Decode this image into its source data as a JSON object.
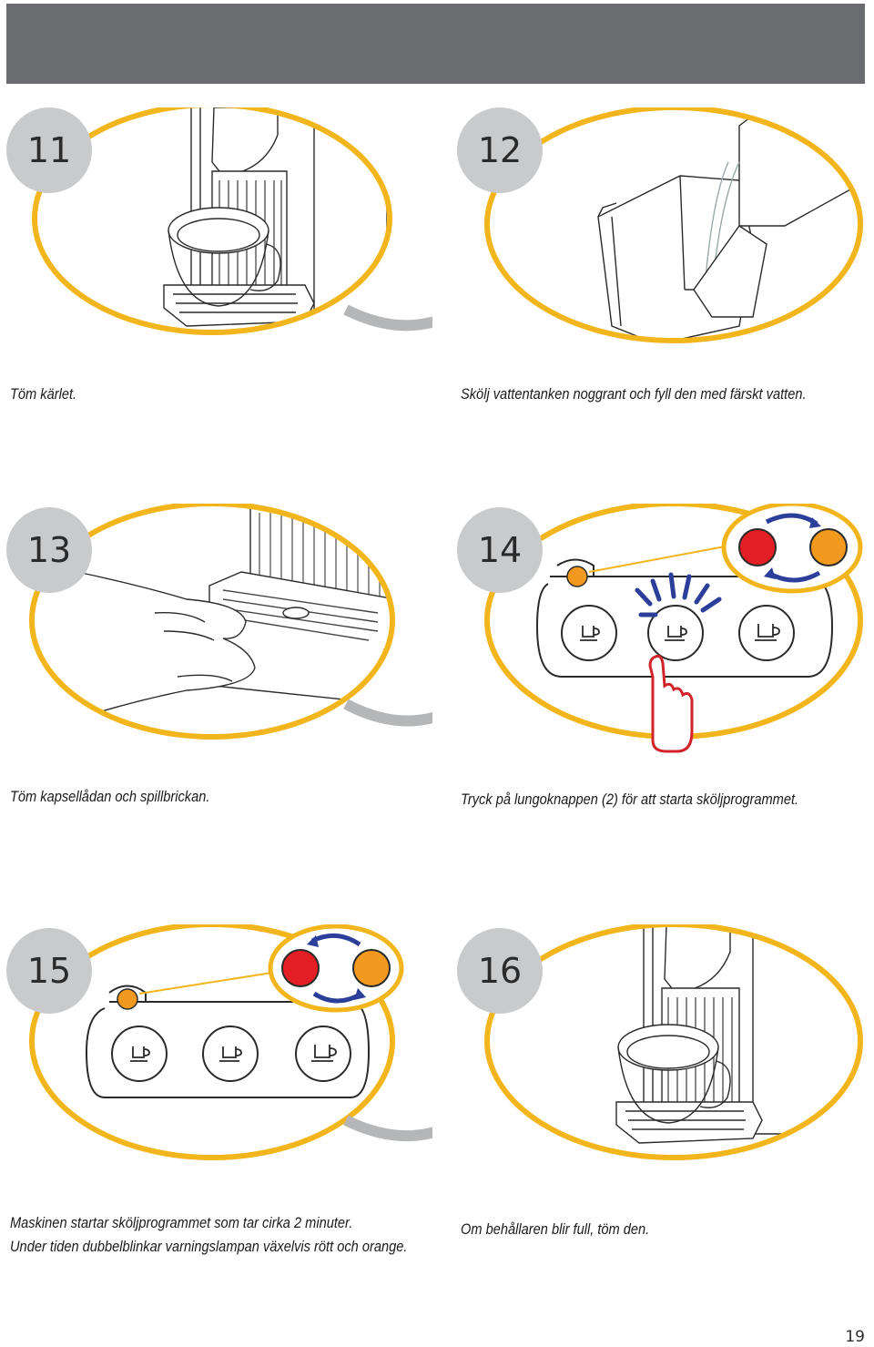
{
  "steps": [
    {
      "number": "11",
      "caption": "Töm kärlet."
    },
    {
      "number": "12",
      "caption": "Skölj vattentanken noggrant och fyll den med färskt vatten."
    },
    {
      "number": "13",
      "caption": "Töm kapsellådan och spillbrickan."
    },
    {
      "number": "14",
      "caption": "Tryck på lungoknappen (2) för att starta sköljprogrammet."
    },
    {
      "number": "15",
      "caption_line1": "Maskinen startar sköljprogrammet som tar cirka 2 minuter.",
      "caption_line2": "Under tiden dubbelblinkar varningslampan växelvis rött och orange."
    },
    {
      "number": "16",
      "caption": "Om behållaren blir full, töm den."
    }
  ],
  "page_number": "19",
  "colors": {
    "header": "#6b6c70",
    "ring": "#f2b51b",
    "step_badge": "#c9cacc",
    "arrow": "#b5b6b8",
    "red_light": "#e31e24",
    "orange_light": "#f39a1e",
    "swap_arrow": "#2b3f9a",
    "hand_outline": "#d2232a"
  }
}
